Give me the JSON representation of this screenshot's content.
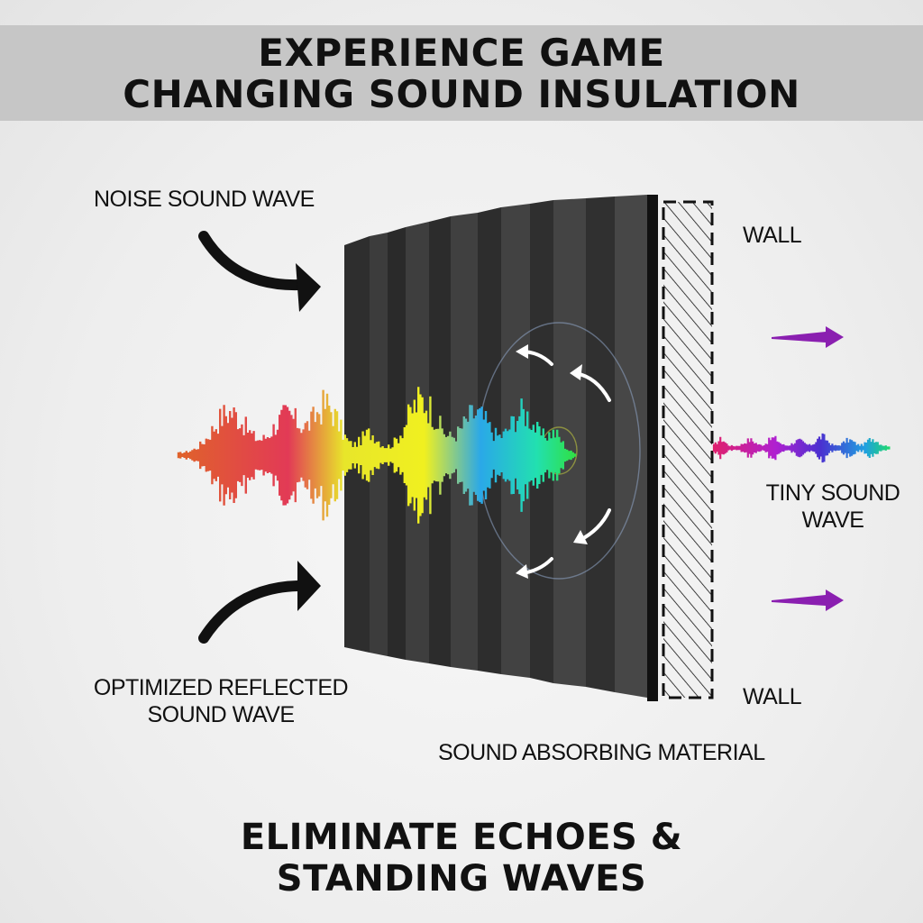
{
  "header": {
    "line1": "EXPERIENCE GAME",
    "line2": "CHANGING SOUND INSULATION"
  },
  "labels": {
    "noise_wave": "NOISE SOUND WAVE",
    "wall_top": "WALL",
    "wall_bottom": "WALL",
    "tiny_wave_line1": "TINY SOUND",
    "tiny_wave_line2": "WAVE",
    "reflected_line1": "OPTIMIZED REFLECTED",
    "reflected_line2": "SOUND WAVE",
    "absorbing_material": "SOUND ABSORBING MATERIAL"
  },
  "footer": {
    "line1": "ELIMINATE ECHOES &",
    "line2": "STANDING WAVES"
  },
  "colors": {
    "foam": "#3a3a3a",
    "arrow_black": "#111111",
    "arrow_purple": "#8a1fb0"
  }
}
